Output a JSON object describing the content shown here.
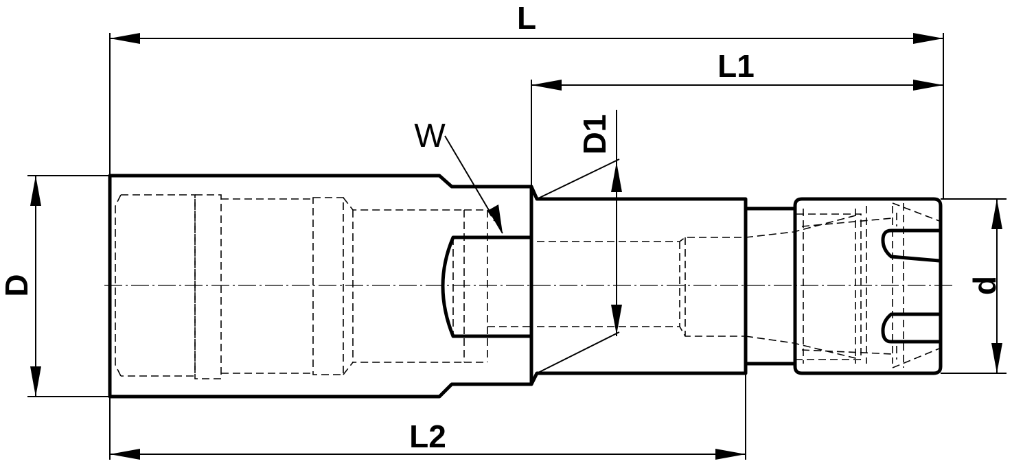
{
  "diagram": {
    "labels": {
      "L": "L",
      "L1": "L1",
      "L2": "L2",
      "D": "D",
      "D1": "D1",
      "d": "d",
      "W": "W"
    }
  }
}
